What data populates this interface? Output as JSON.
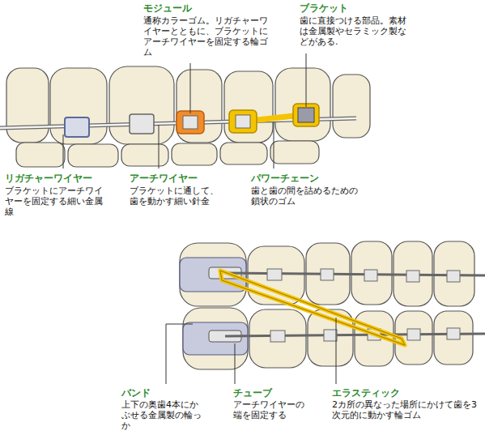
{
  "diagram": {
    "labels": [
      "モジュール",
      "通称カラーゴム。リガチャーワイヤーとともに、ブラケットにアーチワイヤーを固定する輪ゴム",
      "ブラケット",
      "歯に直接つける部品。素材は金属製やセラミック製などがある.",
      "リガチャーワイヤー",
      "ブラケットにアーチワイヤーを固定する細い金属線",
      "アーチワイヤー",
      "ブラケットに通して、歯を動かす細い針金",
      "パワーチェーン",
      "歯と歯の間を詰めるための鎖状のゴム",
      "バンド",
      "上下の奥歯4本にかぶせる金属製の輪っか",
      "チューブ",
      "アーチワイヤーの端を固定する",
      "エラスティック",
      "2カ所の異なった場所にかけて歯を3次元的に動かす輪ゴム"
    ]
  }
}
